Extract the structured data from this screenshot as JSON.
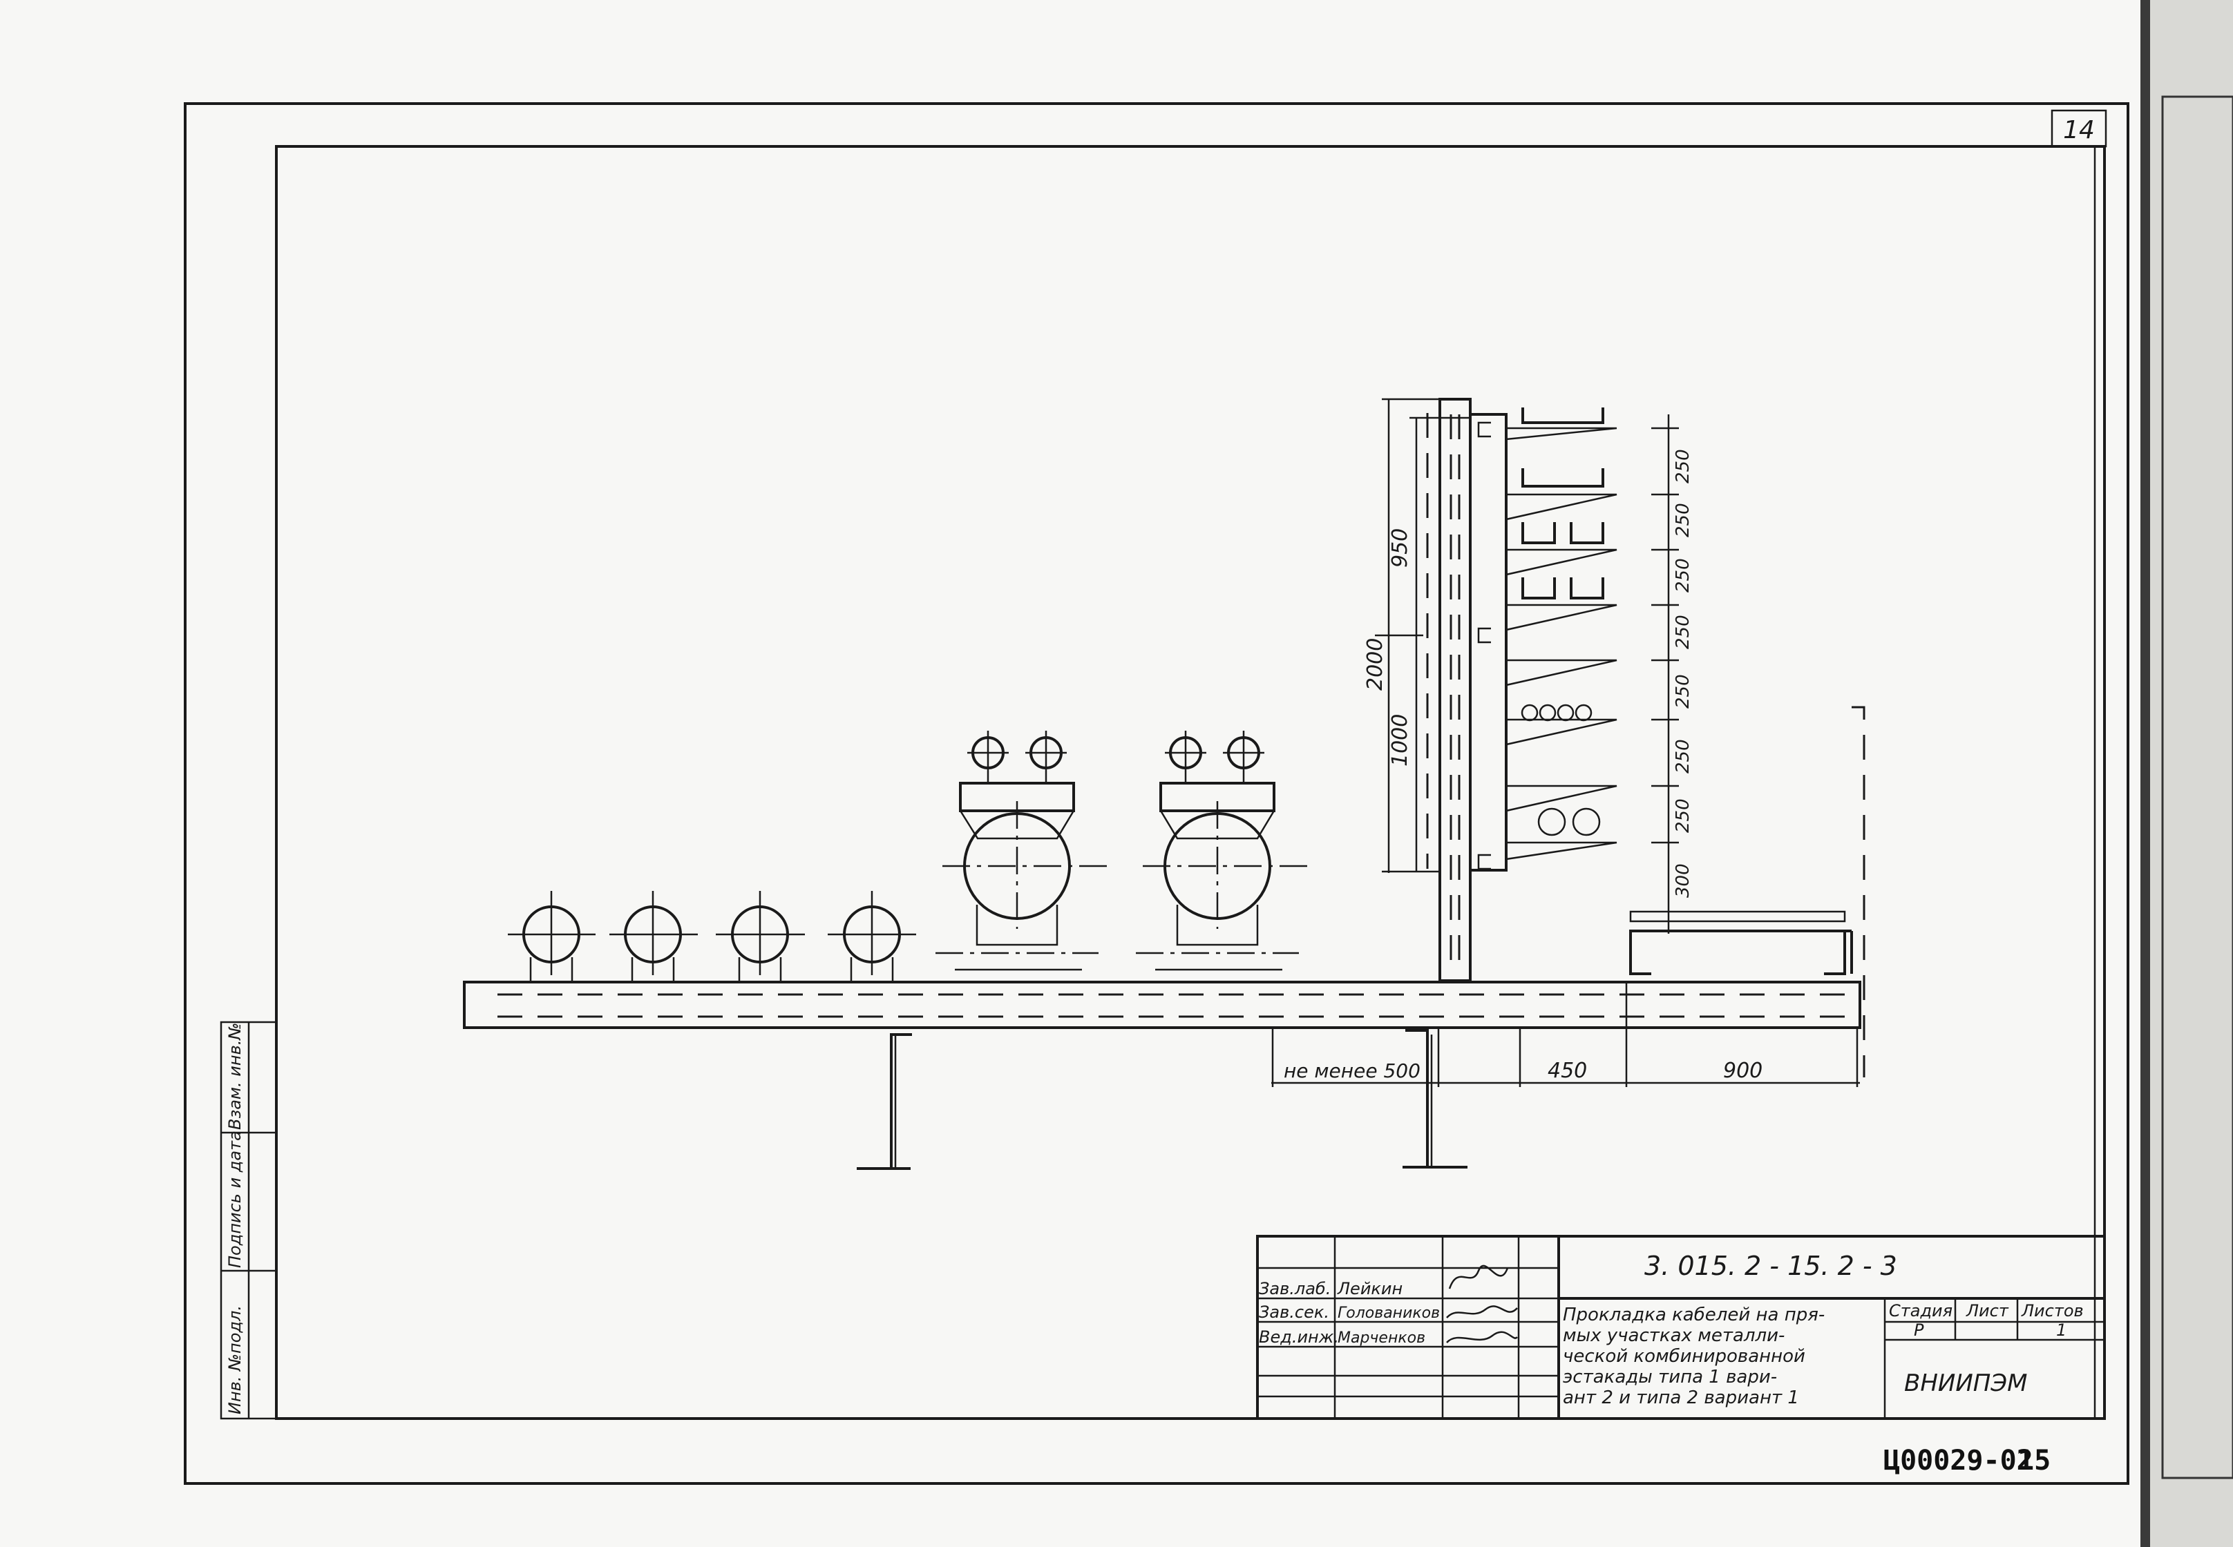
{
  "sheet": {
    "corner_number": "14",
    "archive_code": "Ц00029-02",
    "archive_sheet": "15"
  },
  "side_stamp": {
    "fields": [
      "Инв. №подл.",
      "Подпись и дата",
      "Взам. инв.№"
    ]
  },
  "title_block": {
    "designation": "3. 015. 2 - 15. 2 - 3",
    "staff": [
      {
        "role": "Зав.лаб.",
        "name": "Лейкин"
      },
      {
        "role": "Зав.сек.",
        "name": "Головаников"
      },
      {
        "role": "Вед.инж.",
        "name": "Марченков"
      }
    ],
    "title_lines": [
      "Прокладка кабелей на пря-",
      "мых участках металли-",
      "ческой комбинированной",
      "эстакады типа 1 вари-",
      "ант 2 и типа 2 вариант 1"
    ],
    "headers": {
      "stage": "Стадия",
      "sheet": "Лист",
      "sheets": "Листов"
    },
    "values": {
      "stage": "Р",
      "sheet": "",
      "sheets": "1"
    },
    "organization": "ВНИИПЭМ"
  },
  "dimensions": {
    "vertical_left": [
      "950",
      "2000",
      "1000"
    ],
    "vertical_right": [
      "250",
      "250",
      "250",
      "250",
      "250",
      "250",
      "250",
      "300"
    ],
    "horizontal": [
      "не менее 500",
      "450",
      "900"
    ]
  }
}
